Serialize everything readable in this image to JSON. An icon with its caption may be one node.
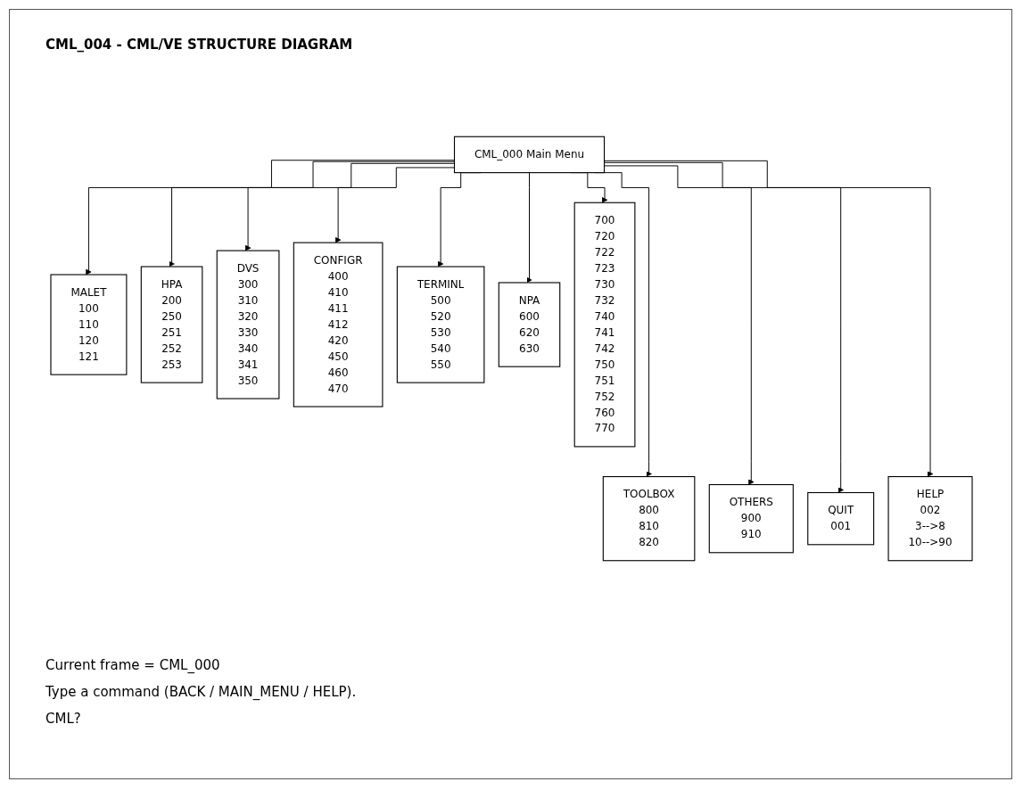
{
  "diagram": {
    "title": "CML_004 - CML/VE STRUCTURE DIAGRAM",
    "nodes": [
      {
        "text": [
          "CML_000 Main Menu"
        ]
      },
      {
        "text": [
          "MALET",
          "100 110 120 121"
        ]
      },
      {
        "text": [
          "HPA",
          "200 250 251 252 253"
        ]
      },
      {
        "text": [
          "DVS",
          "300 310 320 330 340 341 350"
        ]
      },
      {
        "text": [
          "CONFIGR",
          "400 410 411 412 420 450 460 470"
        ]
      },
      {
        "text": [
          "TERMINL",
          "500 520 530 540 550"
        ]
      },
      {
        "text": [
          "NPA",
          "600 620 630"
        ]
      },
      {
        "text": [
          "700 720 722 723 730 732 740 741 742 750 751 752 760 770"
        ]
      },
      {
        "text": [
          "TOOLBOX",
          "800 810 820"
        ]
      },
      {
        "text": [
          "OTHERS",
          "900 910"
        ]
      },
      {
        "text": [
          "QUIT",
          "001"
        ]
      },
      {
        "text": [
          "HELP",
          "002 3-->8 10-->90"
        ]
      }
    ],
    "edges": [
      {
        "from": 0,
        "to": 1,
        "arrow": "to"
      },
      {
        "from": 0,
        "to": 2,
        "arrow": "to"
      },
      {
        "from": 0,
        "to": 3,
        "arrow": "to"
      },
      {
        "from": 0,
        "to": 4,
        "arrow": "to"
      },
      {
        "from": 0,
        "to": 5,
        "arrow": "to"
      },
      {
        "from": 0,
        "to": 6,
        "arrow": "to"
      },
      {
        "from": 0,
        "to": 7,
        "arrow": "to"
      },
      {
        "from": 0,
        "to": 8,
        "arrow": "to"
      },
      {
        "from": 0,
        "to": 9,
        "arrow": "to"
      },
      {
        "from": 0,
        "to": 10,
        "arrow": "to"
      },
      {
        "from": 0,
        "to": 11,
        "arrow": "to"
      }
    ],
    "labels": [
      "Current frame = CML_000",
      "Type a command (BACK / MAIN_MENU / HELP).",
      "CML?"
    ]
  }
}
